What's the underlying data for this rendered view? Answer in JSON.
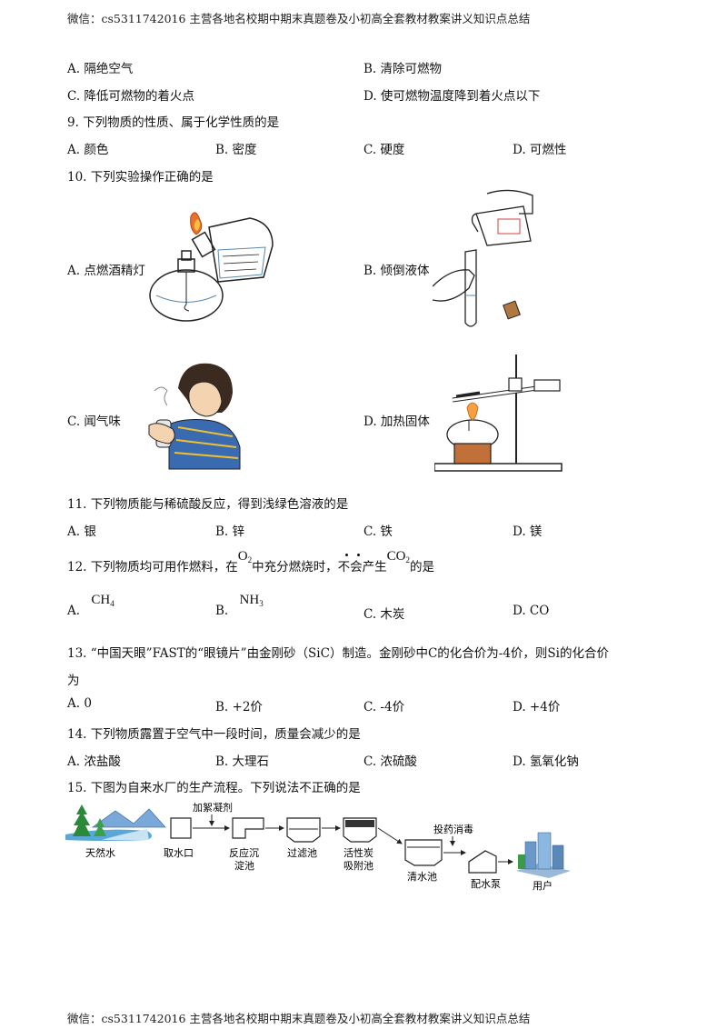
{
  "header": "微信：cs5311742016  主营各地名校期中期末真题卷及小初高全套教材教案讲义知识点总结",
  "footer": "微信：cs5311742016  主营各地名校期中期末真题卷及小初高全套教材教案讲义知识点总结",
  "q8": {
    "a": "A.  隔绝空气",
    "b": "B.  清除可燃物",
    "c": "C.  降低可燃物的着火点",
    "d": "D.  使可燃物温度降到着火点以下"
  },
  "q9": {
    "stem": "9.  下列物质的性质、属于化学性质的是",
    "a": "A.  颜色",
    "b": "B.  密度",
    "c": "C.  硬度",
    "d": "D.  可燃性"
  },
  "q10": {
    "stem": "10.  下列实验操作正确的是",
    "a": "A.  点燃酒精灯",
    "b": "B.  倾倒液体",
    "c": "C.  闻气味",
    "d": "D.  加热固体"
  },
  "q11": {
    "stem": "11.  下列物质能与稀硫酸反应，得到浅绿色溶液的是",
    "a": "A.  银",
    "b": "B.  锌",
    "c": "C.  铁",
    "d": "D.  镁"
  },
  "q12": {
    "stem_pre": "12.  下列物质均可用作燃料，在",
    "o2": "O",
    "o2_sub": "2",
    "stem_mid": "中充分燃烧时，不会产生",
    "co2": "CO",
    "co2_sub": "2",
    "stem_post": "的是",
    "a_label": "A.",
    "a_chem": "CH",
    "a_sub": "4",
    "b_label": "B.",
    "b_chem": "NH",
    "b_sub": "3",
    "c": "C.  木炭",
    "d": "D.  CO"
  },
  "q13": {
    "stem1": "13.  “中国天眼”FAST的“眼镜片”由金刚砂（SiC）制造。金刚砂中C的化合价为-4价，则Si的化合价",
    "stem2": "为",
    "a": "A.  0",
    "b": "B.  +2价",
    "c": "C.  -4价",
    "d": "D.  +4价"
  },
  "q14": {
    "stem": "14.  下列物质露置于空气中一段时间，质量会减少的是",
    "a": "A.  浓盐酸",
    "b": "B.  大理石",
    "c": "C.  浓硫酸",
    "d": "D.  氢氧化钠"
  },
  "q15": {
    "stem": "15.  下图为自来水厂的生产流程。下列说法不正确的是",
    "flow": {
      "natural_water": "天然水",
      "intake": "取水口",
      "coagulant": "加絮凝剂",
      "reaction_1": "反应沉",
      "reaction_2": "淀池",
      "filter": "过滤池",
      "carbon_1": "活性炭",
      "carbon_2": "吸附池",
      "disinfect": "投药消毒",
      "clear_water": "清水池",
      "pump": "配水泵",
      "user": "用户"
    }
  }
}
